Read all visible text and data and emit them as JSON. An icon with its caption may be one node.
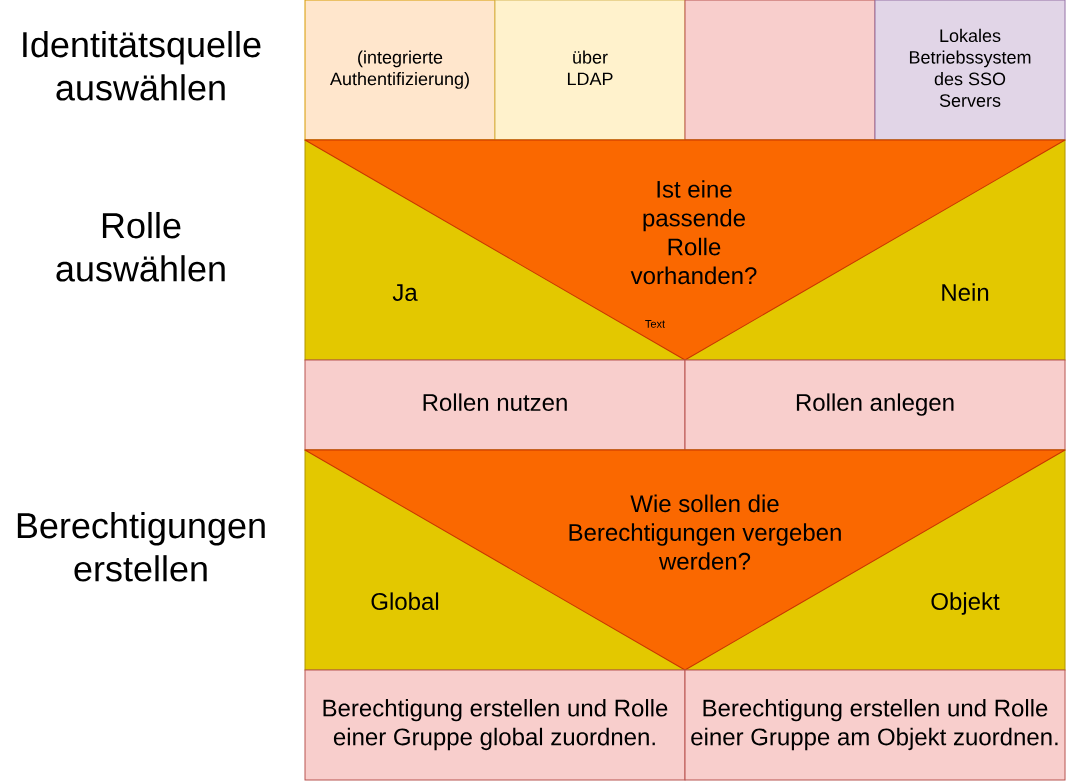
{
  "diagram": {
    "nodes": [
      {
        "text": [
          "(integrierte Authentifizierung)"
        ]
      },
      {
        "text": [
          "über LDAP"
        ]
      },
      {
        "text": [],
        "shape": "box"
      },
      {
        "text": [
          "Lokales Betriebssystem des SSO Servers"
        ]
      },
      {
        "text": [
          "Ist eine passende Rolle vorhanden?",
          "Ja",
          "Nein",
          "Text"
        ]
      },
      {
        "text": [
          "Rollen nutzen"
        ]
      },
      {
        "text": [
          "Rollen anlegen"
        ]
      },
      {
        "text": [
          "Wie sollen die Berechtigungen vergeben werden?",
          "Global",
          "Objekt"
        ]
      },
      {
        "text": [
          "Berechtigung erstellen und Rolle einer Gruppe global zuordnen."
        ]
      },
      {
        "text": [
          "Berechtigung erstellen und Rolle einer Gruppe am Objekt zuordnen."
        ]
      }
    ],
    "labels": [
      "Identitätsquelle auswählen",
      "Rolle auswählen",
      "Berechtigungen erstellen"
    ]
  }
}
